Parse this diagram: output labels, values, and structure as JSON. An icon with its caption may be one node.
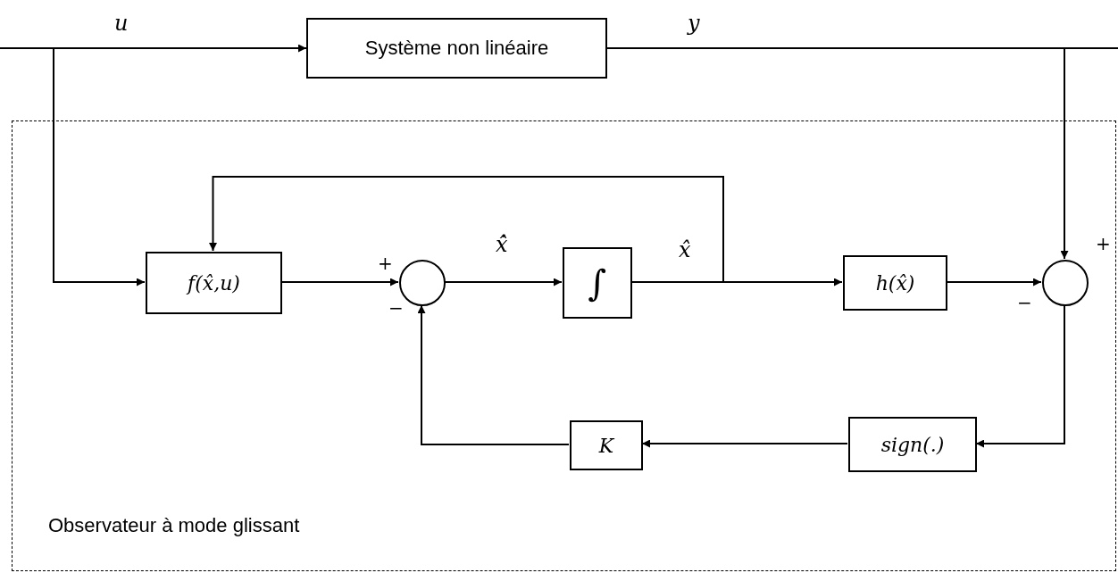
{
  "diagram": {
    "nodes": [
      {
        "text": [
          "Système non linéaire"
        ]
      },
      {
        "text": [
          "Observateur à mode glissant"
        ]
      },
      {
        "text": [
          "f(x̂,u)"
        ],
        "in": 1
      },
      {
        "text": [],
        "shape": "circle",
        "in": 1,
        "beside": [
          "+",
          "−"
        ]
      },
      {
        "text": [
          "∫"
        ],
        "in": 1
      },
      {
        "text": [
          "h(x̂)"
        ],
        "in": 1
      },
      {
        "text": [],
        "shape": "circle",
        "in": 1,
        "beside": [
          "+",
          "−"
        ]
      },
      {
        "text": [
          "sign(.)"
        ],
        "in": 1
      },
      {
        "text": [
          "K"
        ],
        "in": 1
      }
    ],
    "edges": [
      {
        "from": null,
        "to": 0,
        "arrow": "to",
        "label": "u"
      },
      {
        "from": null,
        "to": 2,
        "arrow": "to"
      },
      {
        "from": 0,
        "to": null,
        "arrow": "none",
        "label": "y"
      },
      {
        "from": 0,
        "to": 6,
        "arrow": "to"
      },
      {
        "from": 2,
        "to": 3,
        "arrow": "to"
      },
      {
        "from": 3,
        "to": 4,
        "arrow": "to",
        "label": "x̂̇"
      },
      {
        "from": 4,
        "to": 5,
        "arrow": "to",
        "label": "x̂"
      },
      {
        "from": 4,
        "to": 2,
        "arrow": "to"
      },
      {
        "from": 5,
        "to": 6,
        "arrow": "to"
      },
      {
        "from": 6,
        "to": 7,
        "arrow": "to"
      },
      {
        "from": 7,
        "to": 8,
        "arrow": "to"
      },
      {
        "from": 8,
        "to": 3,
        "arrow": "to"
      }
    ]
  }
}
